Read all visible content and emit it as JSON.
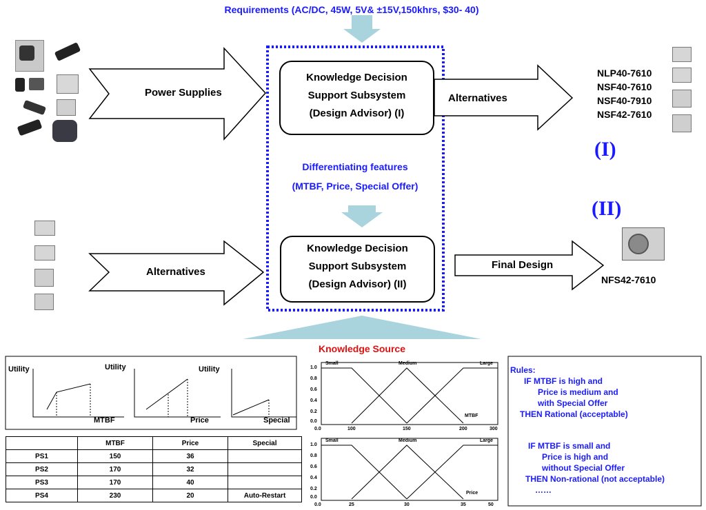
{
  "requirements": "Requirements (AC/DC, 45W, 5V& ±15V,150khrs, $30- 40)",
  "input_label": "Power Supplies",
  "dss1": [
    "Knowledge Decision",
    "Support Subsystem",
    "(Design Advisor)  (I)"
  ],
  "dss2": [
    "Knowledge Decision",
    "Support Subsystem",
    "(Design Advisor) (II)"
  ],
  "alternatives_out": "Alternatives",
  "alternatives_in": "Alternatives",
  "alt_list": [
    "NLP40-7610",
    "NSF40-7610",
    "NSF40-7910",
    "NSF42-7610"
  ],
  "stage1": "(I)",
  "stage2": "(II)",
  "features_line1": "Differentiating features",
  "features_line2": "(MTBF, Price, Special Offer)",
  "final_design_label": "Final Design",
  "final_product": "NFS42-7610",
  "knowledge_source": "Knowledge Source",
  "utility": {
    "labels": [
      "Utility",
      "Utility",
      "Utility"
    ],
    "axes": [
      "MTBF",
      "Price",
      "Special"
    ]
  },
  "table": {
    "headers": [
      "",
      "MTBF",
      "Price",
      "Special"
    ],
    "rows": [
      [
        "PS1",
        "150",
        "36",
        ""
      ],
      [
        "PS2",
        "170",
        "32",
        ""
      ],
      [
        "PS3",
        "170",
        "40",
        ""
      ],
      [
        "PS4",
        "230",
        "20",
        "Auto-Restart"
      ]
    ]
  },
  "fuzzy_mtbf": {
    "sets": [
      "Small",
      "Medium",
      "Large"
    ],
    "x_ticks": [
      "0.0",
      "100",
      "150",
      "200",
      "300"
    ],
    "y_ticks": [
      "1.0",
      "0.8",
      "0.6",
      "0.4",
      "0.2",
      "0.0"
    ],
    "var": "MTBF"
  },
  "fuzzy_price": {
    "sets": [
      "Small",
      "Medium",
      "Large"
    ],
    "x_ticks": [
      "0.0",
      "25",
      "30",
      "35",
      "50"
    ],
    "y_ticks": [
      "1.0",
      "0.8",
      "0.6",
      "0.4",
      "0.2",
      "0.0"
    ],
    "var": "Price"
  },
  "rules": {
    "title": "Rules:",
    "lines": [
      "IF   MTBF is high and",
      "Price is medium and",
      "with Special Offer",
      "THEN  Rational (acceptable)",
      "IF   MTBF is small and",
      "Price is high and",
      "without Special Offer",
      "THEN  Non-rational (not acceptable)",
      "……"
    ]
  },
  "colors": {
    "accent_blue": "#1a1aff",
    "red": "#e01010",
    "arrow_fill": "#a9d3dd"
  }
}
